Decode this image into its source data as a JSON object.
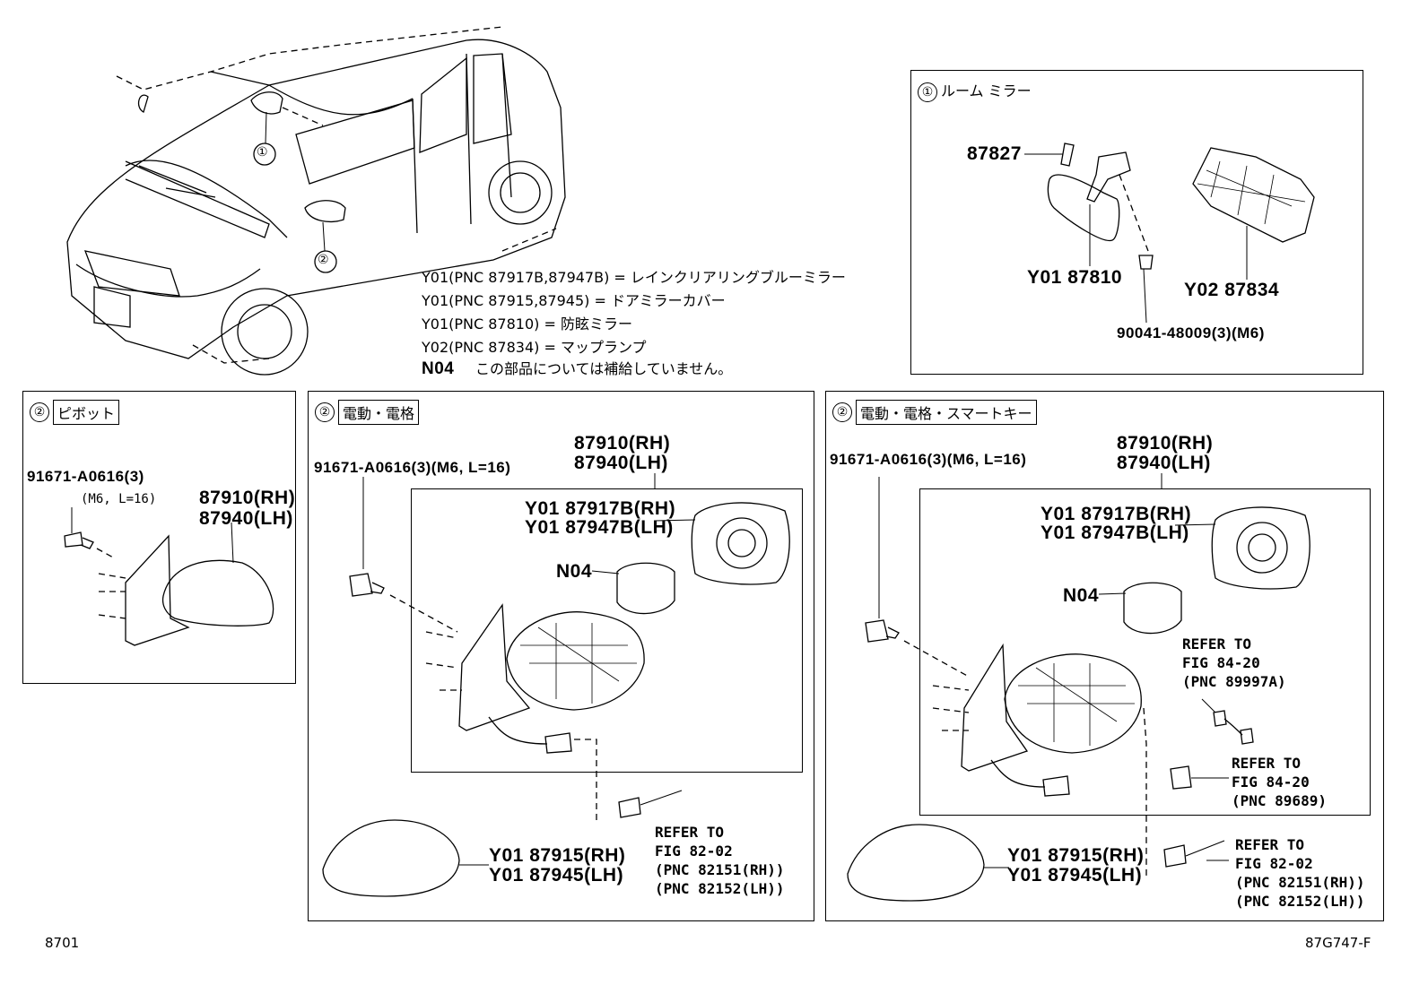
{
  "notes": [
    "Y01(PNC 87917B,87947B) = レインクリアリングブルーミラー",
    "Y01(PNC 87915,87945) = ドアミラーカバー",
    "Y01(PNC 87810) = 防眩ミラー",
    "Y02(PNC 87834) = マップランプ",
    "この部品については補給していません。"
  ],
  "note_n04_code": "N04",
  "car_callouts": [
    "①",
    "②"
  ],
  "room_mirror": {
    "badge": "①",
    "title": "ルーム ミラー",
    "parts": [
      "87827",
      "Y01 87810",
      "Y02 87834",
      "90041-48009(3)(M6)"
    ]
  },
  "panel_pivot": {
    "badge": "②",
    "title": "ピボット",
    "bolt": "91671-A0616(3)",
    "bolt_spec": "(M6, L=16)",
    "mirror_rh": "87910(RH)",
    "mirror_lh": "87940(LH)"
  },
  "panel_power": {
    "badge": "②",
    "title": "電動・電格",
    "bolt": "91671-A0616(3)(M6, L=16)",
    "mirror_rh": "87910(RH)",
    "mirror_lh": "87940(LH)",
    "glass_rh": "Y01 87917B(RH)",
    "glass_lh": "Y01 87947B(LH)",
    "actuator": "N04",
    "cover_rh": "Y01 87915(RH)",
    "cover_lh": "Y01 87945(LH)",
    "refer": [
      "REFER TO",
      "FIG 82-02",
      "(PNC 82151(RH))",
      "(PNC 82152(LH))"
    ]
  },
  "panel_smart": {
    "badge": "②",
    "title": "電動・電格・スマートキー",
    "bolt": "91671-A0616(3)(M6, L=16)",
    "mirror_rh": "87910(RH)",
    "mirror_lh": "87940(LH)",
    "glass_rh": "Y01 87917B(RH)",
    "glass_lh": "Y01 87947B(LH)",
    "actuator": "N04",
    "refer_a": [
      "REFER TO",
      "FIG 84-20",
      "(PNC 89997A)"
    ],
    "refer_b": [
      "REFER TO",
      "FIG 84-20",
      "(PNC 89689)"
    ],
    "cover_rh": "Y01 87915(RH)",
    "cover_lh": "Y01 87945(LH)",
    "refer_c": [
      "REFER TO",
      "FIG 82-02",
      "(PNC 82151(RH))",
      "(PNC 82152(LH))"
    ]
  },
  "footer": {
    "left": "8701",
    "right": "87G747-F"
  }
}
